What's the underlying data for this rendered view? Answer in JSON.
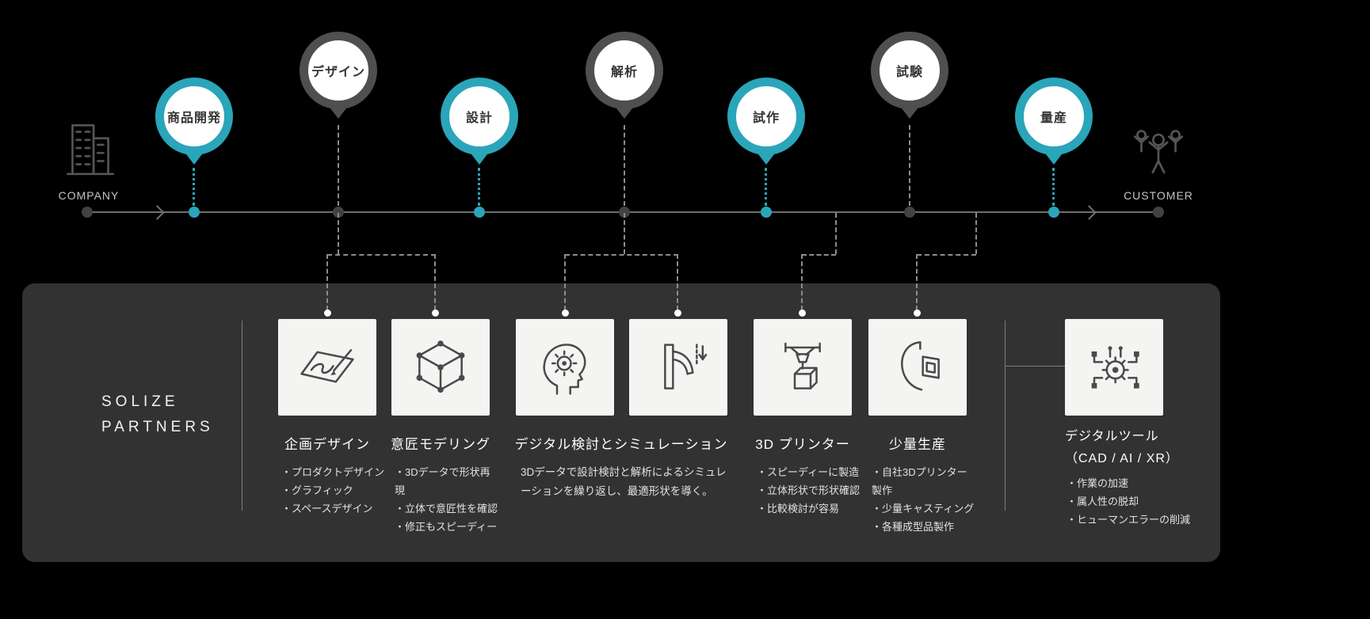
{
  "colors": {
    "background": "#000000",
    "teal": "#2AA5B9",
    "pin_gray": "#4F4F4F",
    "line_gray": "#6E6E6E",
    "dashed_gray": "#8C8C8C",
    "dot_dark": "#424242",
    "panel_bg": "#323232",
    "card_bg": "#F4F4F2",
    "icon_stroke": "#4A4A4A",
    "divider_gray": "#7D7D7D",
    "text_light": "#E6E6E6"
  },
  "timeline": {
    "company_label": "COMPANY",
    "customer_label": "CUSTOMER",
    "pins": [
      {
        "label": "商品開発",
        "color": "teal"
      },
      {
        "label": "デザイン",
        "color": "gray"
      },
      {
        "label": "設計",
        "color": "teal"
      },
      {
        "label": "解析",
        "color": "gray"
      },
      {
        "label": "試作",
        "color": "teal"
      },
      {
        "label": "試験",
        "color": "gray"
      },
      {
        "label": "量産",
        "color": "teal"
      }
    ]
  },
  "panel": {
    "brand_line1": "SOLIZE",
    "brand_line2": "PARTNERS",
    "groups": [
      {
        "title": "企画デザイン",
        "bullets": [
          "・プロダクトデザイン",
          "・グラフィック",
          "・スペースデザイン"
        ]
      },
      {
        "title": "意匠モデリング",
        "bullets": [
          "・3Dデータで形状再現",
          "・立体で意匠性を確認",
          "・修正もスピーディー"
        ]
      },
      {
        "title": "デジタル検討とシミュレーション",
        "description": "3Dデータで設計検討と解析によるシミュレーションを繰り返し、最適形状を導く。"
      },
      {
        "title": "3D プリンター",
        "bullets": [
          "・スピーディーに製造",
          "・立体形状で形状確認",
          "・比較検討が容易"
        ]
      },
      {
        "title": "少量生産",
        "bullets": [
          "・自社3Dプリンター製作",
          "・少量キャスティング",
          "・各種成型品製作"
        ]
      },
      {
        "title": "デジタルツール",
        "subtitle": "（CAD / AI / XR）",
        "bullets": [
          "・作業の加速",
          "・属人性の脱却",
          "・ヒューマンエラーの削減"
        ]
      }
    ],
    "icons": {
      "company": "office-building-icon",
      "customer": "celebrating-customers-icon",
      "planning": "sketch-pen-icon",
      "modeling": "wireframe-cube-icon",
      "digital_study": "head-gear-icon",
      "simulation": "deflection-arrow-icon",
      "printer": "3d-printer-icon",
      "production": "molded-part-icon",
      "tools": "gear-circuit-icon"
    }
  }
}
